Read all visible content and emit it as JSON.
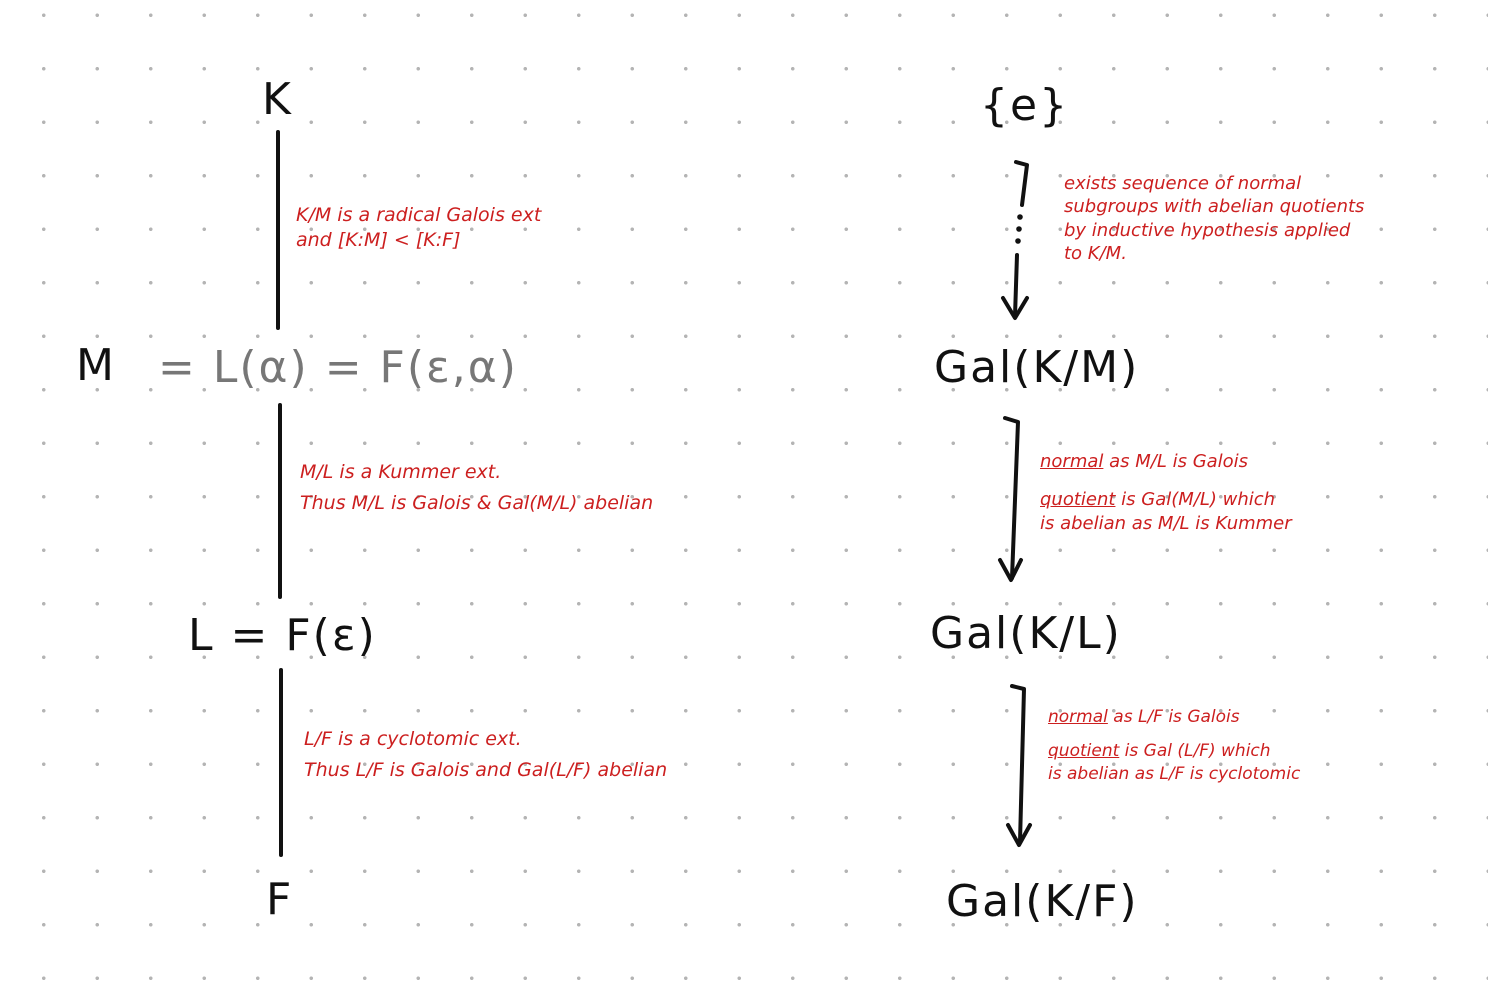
{
  "colors": {
    "ink": "#111111",
    "annotation": "#cc1f1f",
    "muted": "#777777"
  },
  "left": {
    "K": "K",
    "M_label": "M",
    "M_eq": "= L(α) = F(ε,α)",
    "L_eq": "L = F(ε)",
    "F": "F",
    "note_KM": [
      "K/M is a radical Galois ext",
      "and [K:M] < [K:F]"
    ],
    "note_ML": [
      "M/L is a Kummer ext.",
      "Thus M/L is Galois & Gal(M/L) abelian"
    ],
    "note_LF": [
      "L/F is a cyclotomic ext.",
      "Thus L/F is Galois and Gal(L/F) abelian"
    ]
  },
  "right": {
    "e": "{e}",
    "galKM": "Gal(K/M)",
    "galKL": "Gal(K/L)",
    "galKF": "Gal(K/F)",
    "note_top": [
      "exists sequence of normal",
      "subgroups with abelian quotients",
      "by inductive hypothesis applied",
      "to K/M."
    ],
    "note_mid": {
      "normal": "normal",
      "line1": " as M/L is Galois",
      "quotient": "quotient",
      "line2": " is Gal(M/L) which",
      "line3": "is abelian as M/L is Kummer"
    },
    "note_bot": {
      "normal": "normal",
      "line1": " as L/F is Galois",
      "quotient": "quotient",
      "line2": " is Gal (L/F) which",
      "line3": "is abelian as L/F is cyclotomic"
    }
  }
}
